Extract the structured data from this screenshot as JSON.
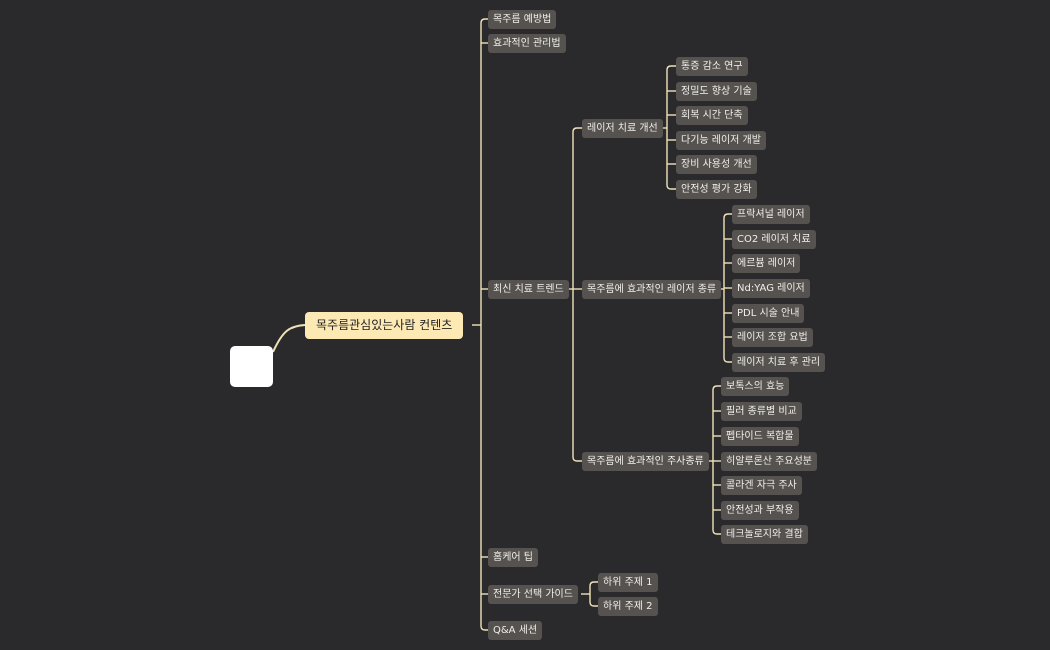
{
  "central": "목주름관심있는사람 컨텐츠",
  "colors": {
    "background": "#2a2a2c",
    "node": "#555250",
    "central": "#fde9b4",
    "line": "#f0e2b8"
  },
  "branches": [
    {
      "label": "목주름 예방법"
    },
    {
      "label": "효과적인 관리법"
    },
    {
      "label": "최신 치료 트렌드",
      "children": [
        {
          "label": "레이저 치료 개선",
          "children": [
            {
              "label": "통증 감소 연구"
            },
            {
              "label": "정밀도 향상 기술"
            },
            {
              "label": "회복 시간 단축"
            },
            {
              "label": "다기능 레이저 개발"
            },
            {
              "label": "장비 사용성 개선"
            },
            {
              "label": "안전성 평가 강화"
            }
          ]
        },
        {
          "label": "목주름에 효과적인 레이저 종류",
          "children": [
            {
              "label": "프락셔널 레이저"
            },
            {
              "label": "CO2 레이저 치료"
            },
            {
              "label": "에르븀 레이저"
            },
            {
              "label": "Nd:YAG 레이저"
            },
            {
              "label": "PDL 시술 안내"
            },
            {
              "label": "레이저 조합 요법"
            },
            {
              "label": "레이저 치료 후 관리"
            }
          ]
        },
        {
          "label": "목주름에 효과적인 주사종류",
          "children": [
            {
              "label": "보톡스의 효능"
            },
            {
              "label": "필러 종류별 비교"
            },
            {
              "label": "펩타이드 복합물"
            },
            {
              "label": "히알루론산 주요성분"
            },
            {
              "label": "콜라겐 자극 주사"
            },
            {
              "label": "안전성과 부작용"
            },
            {
              "label": "테크놀로지와 결합"
            }
          ]
        }
      ]
    },
    {
      "label": "홈케어 팁"
    },
    {
      "label": "전문가 선택 가이드",
      "children": [
        {
          "label": "하위 주제 1"
        },
        {
          "label": "하위 주제 2"
        }
      ]
    },
    {
      "label": "Q&A 세션"
    }
  ]
}
